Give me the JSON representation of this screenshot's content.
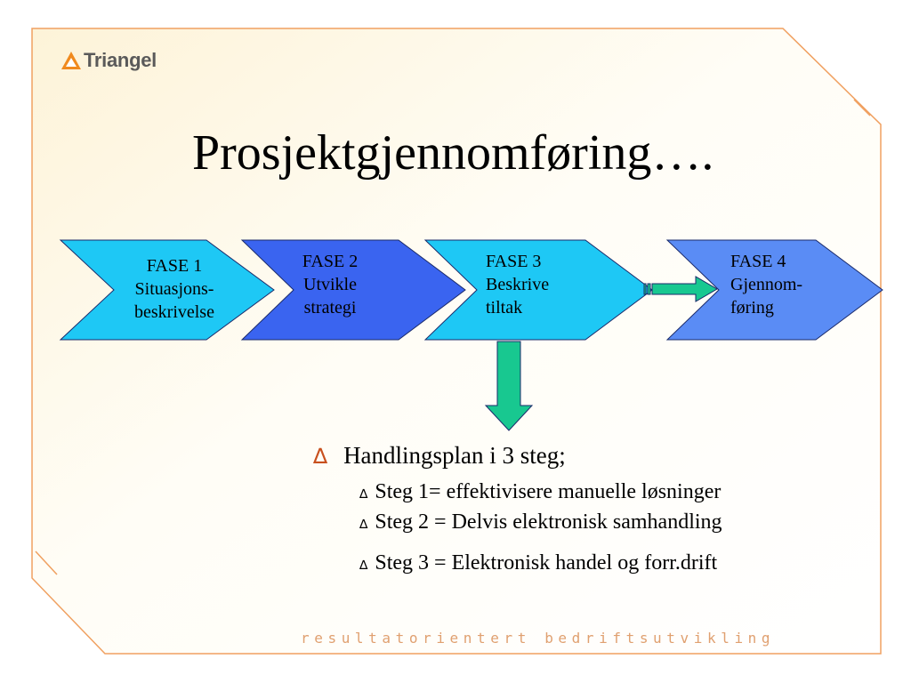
{
  "logo": {
    "text": "Triangel"
  },
  "title": "Prosjektgjennomføring….",
  "phases": [
    {
      "lines": [
        "FASE 1",
        "Situasjons-",
        "beskrivelse"
      ],
      "color": "#1ec8f5"
    },
    {
      "lines": [
        "FASE 2",
        "Utvikle",
        "strategi"
      ],
      "color": "#3a64f0"
    },
    {
      "lines": [
        "FASE 3",
        "Beskrive",
        "tiltak"
      ],
      "color": "#1ec8f5"
    },
    {
      "lines": [
        "FASE 4",
        "Gjennom-",
        "føring"
      ],
      "color": "#5a8cf5"
    }
  ],
  "bullets": {
    "main": "Handlingsplan i 3 steg;",
    "sub": [
      "Steg 1= effektivisere manuelle løsninger",
      "Steg 2 = Delvis elektronisk samhandling",
      "Steg 3 = Elektronisk handel og forr.drift"
    ],
    "marker": "∆"
  },
  "footer": "resultatorientert bedriftsutvikling",
  "colors": {
    "arrow_green": "#18c890",
    "frame": "#f0a060",
    "logo_orange": "#f08a1e"
  }
}
